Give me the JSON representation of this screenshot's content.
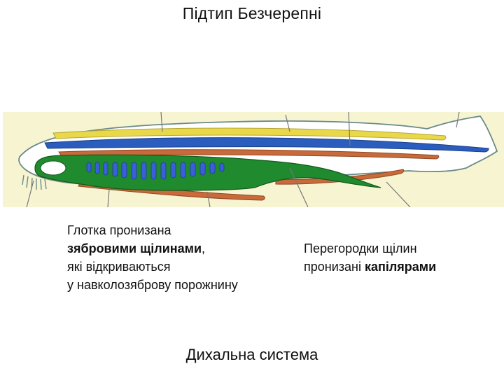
{
  "title": "Підтип Безчерепні",
  "left_caption": {
    "line1": "Глотка пронизана",
    "line2_bold": "зябровими щілинами",
    "line2_rest": ",",
    "line3": "які відкриваються",
    "line4": "у навколозяброву порожнину"
  },
  "right_caption": {
    "line1": "Перегородки щілин",
    "line2_plain": "пронизані ",
    "line2_bold": "капілярами"
  },
  "footer": "Дихальна система",
  "colors": {
    "background_panel": "#f7f4d2",
    "body_fill": "#ffffff",
    "outline": "#6a8a88",
    "nerve_cord": "#e8d84a",
    "notochord": "#2a5dbd",
    "aorta": "#c96a3a",
    "pharynx": "#1f8a2e",
    "gill_slits": "#3a5fd8",
    "pointer_lines": "#777777"
  }
}
